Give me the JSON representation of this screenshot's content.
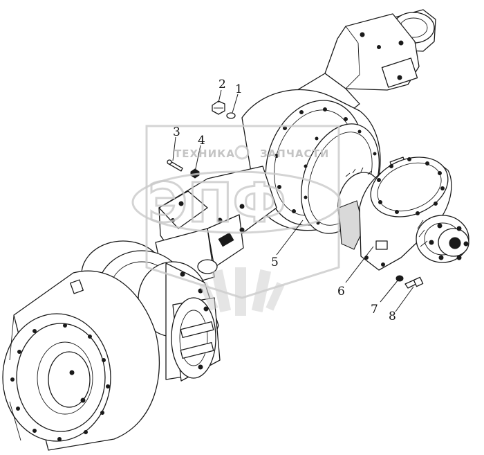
{
  "callouts": [
    {
      "id": "1",
      "label": "1"
    },
    {
      "id": "2",
      "label": "2"
    },
    {
      "id": "3",
      "label": "3"
    },
    {
      "id": "4",
      "label": "4"
    },
    {
      "id": "5",
      "label": "5"
    },
    {
      "id": "6",
      "label": "6"
    },
    {
      "id": "7",
      "label": "7"
    },
    {
      "id": "8",
      "label": "8"
    }
  ],
  "watermark": {
    "left_text": "ТЕХНИКА",
    "right_text": "ЗАПЧАСТИ",
    "logo_letters": "ЭПФ"
  }
}
